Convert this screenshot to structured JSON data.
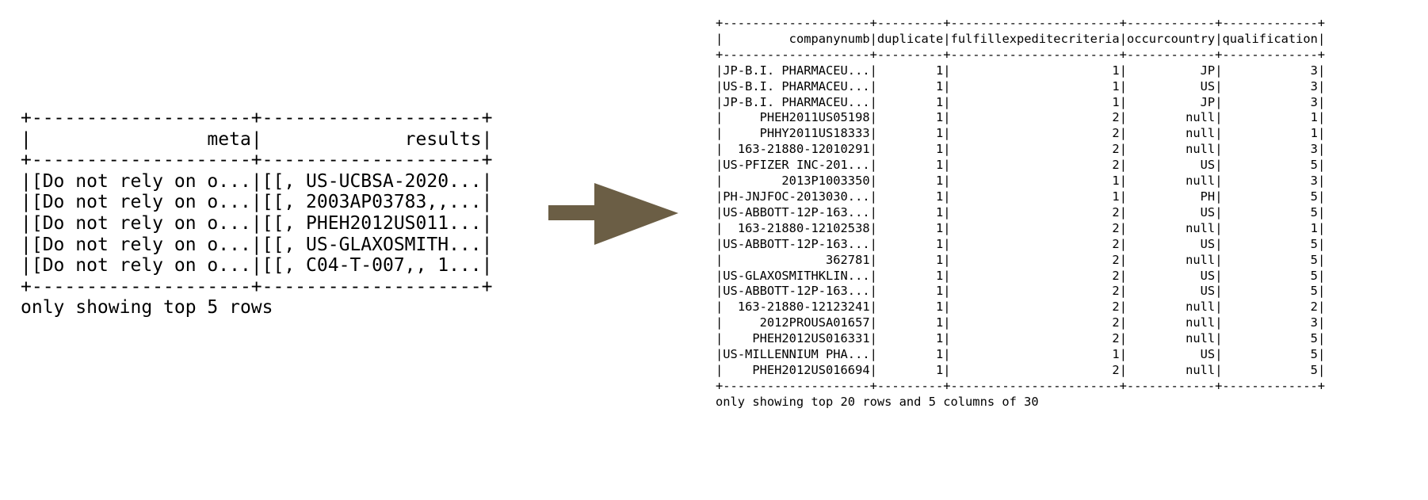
{
  "left_table": {
    "columns": [
      "meta",
      "results"
    ],
    "rows": [
      [
        "[Do not rely on o...",
        "[[, US-UCBSA-2020..."
      ],
      [
        "[Do not rely on o...",
        "[[, 2003AP03783,,..."
      ],
      [
        "[Do not rely on o...",
        "[[, PHEH2012US011..."
      ],
      [
        "[Do not rely on o...",
        "[[, US-GLAXOSMITH..."
      ],
      [
        "[Do not rely on o...",
        "[[, C04-T-007,, 1..."
      ]
    ],
    "footer": "only showing top 5 rows"
  },
  "arrow": {
    "color": "#6b5e45",
    "icon": "right-arrow-icon"
  },
  "right_table": {
    "columns": [
      "companynumb",
      "duplicate",
      "fulfillexpeditecriteria",
      "occurcountry",
      "qualification"
    ],
    "rows": [
      [
        "JP-B.I. PHARMACEU...",
        "1",
        "1",
        "JP",
        "3"
      ],
      [
        "US-B.I. PHARMACEU...",
        "1",
        "1",
        "US",
        "3"
      ],
      [
        "JP-B.I. PHARMACEU...",
        "1",
        "1",
        "JP",
        "3"
      ],
      [
        "PHEH2011US05198",
        "1",
        "2",
        "null",
        "1"
      ],
      [
        "PHHY2011US18333",
        "1",
        "2",
        "null",
        "1"
      ],
      [
        "163-21880-12010291",
        "1",
        "2",
        "null",
        "3"
      ],
      [
        "US-PFIZER INC-201...",
        "1",
        "2",
        "US",
        "5"
      ],
      [
        "2013P1003350",
        "1",
        "1",
        "null",
        "3"
      ],
      [
        "PH-JNJFOC-2013030...",
        "1",
        "1",
        "PH",
        "5"
      ],
      [
        "US-ABBOTT-12P-163...",
        "1",
        "2",
        "US",
        "5"
      ],
      [
        "163-21880-12102538",
        "1",
        "2",
        "null",
        "1"
      ],
      [
        "US-ABBOTT-12P-163...",
        "1",
        "2",
        "US",
        "5"
      ],
      [
        "362781",
        "1",
        "2",
        "null",
        "5"
      ],
      [
        "US-GLAXOSMITHKLIN...",
        "1",
        "2",
        "US",
        "5"
      ],
      [
        "US-ABBOTT-12P-163...",
        "1",
        "2",
        "US",
        "5"
      ],
      [
        "163-21880-12123241",
        "1",
        "2",
        "null",
        "2"
      ],
      [
        "2012PROUSA01657",
        "1",
        "2",
        "null",
        "3"
      ],
      [
        "PHEH2012US016331",
        "1",
        "2",
        "null",
        "5"
      ],
      [
        "US-MILLENNIUM PHA...",
        "1",
        "1",
        "US",
        "5"
      ],
      [
        "PHEH2012US016694",
        "1",
        "2",
        "null",
        "5"
      ]
    ],
    "footer": "only showing top 20 rows and 5 columns of 30"
  }
}
